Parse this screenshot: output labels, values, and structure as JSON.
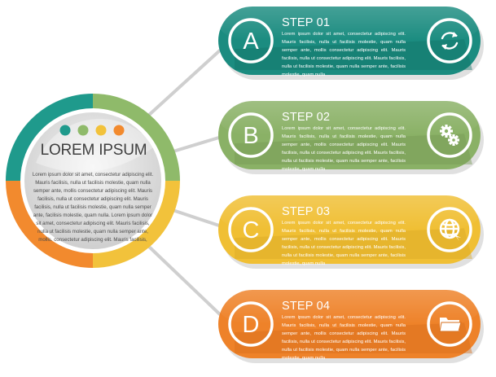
{
  "hub": {
    "title": "LOREM IPSUM",
    "body": "Lorem ipsum dolor sit amet, consectetur adipiscing elit. Mauris facilisis, nulla ut facilisis molestie, quam nulla semper ante, mollis consectetur adipiscing elit. Mauris facilisis, nulla ut consectetur adipiscing elit. Mauris facilisis, nulla ut facilisis molestie, quam nulla semper ante, facilisis molestie, quam nulla. Lorem ipsum dolor sit amet, consectetur adipiscing elit. Mauris facilisis, nulla ut facilisis molestie, quam nulla semper ante, mollis. consectetur adipiscing elit. Mauris facilisis,",
    "dots": [
      "#1f9a8c",
      "#8fba6a",
      "#f2c23b",
      "#f28a2e"
    ]
  },
  "steps": [
    {
      "letter": "A",
      "title": "STEP 01",
      "body": "Lorem ipsum dolor sit amet, consectetur adipiscing elit. Mauris facilisis, nulla ut facilisis molestie, quam nulla semper ante, mollis consectetur adipiscing elit. Mauris facilisis, nulla ut consectetur adipiscing elit. Mauris facilisis, nulla ut facilisis molestie, quam nulla semper ante, facilisis molestie, quam nulla",
      "icon": "refresh-icon",
      "color": "#1b8c80",
      "dark": "#157469"
    },
    {
      "letter": "B",
      "title": "STEP 02",
      "body": "Lorem ipsum dolor sit amet, consectetur adipiscing elit. Mauris facilisis, nulla ut facilisis molestie, quam nulla semper ante, mollis consectetur adipiscing elit. Mauris facilisis, nulla ut consectetur adipiscing elit. Mauris facilisis, nulla ut facilisis molestie, quam nulla semper ante, facilisis molestie, quam nulla",
      "icon": "gears-icon",
      "color": "#8ab166",
      "dark": "#769a55"
    },
    {
      "letter": "C",
      "title": "STEP 03",
      "body": "Lorem ipsum dolor sit amet, consectetur adipiscing elit. Mauris facilisis, nulla ut facilisis molestie, quam nulla semper ante, mollis consectetur adipiscing elit. Mauris facilisis, nulla ut consectetur adipiscing elit. Mauris facilisis, nulla ut facilisis molestie, quam nulla semper ante, facilisis molestie, quam nulla",
      "icon": "globe-icon",
      "color": "#f0bf34",
      "dark": "#d9a925"
    },
    {
      "letter": "D",
      "title": "STEP 04",
      "body": "Lorem ipsum dolor sit amet, consectetur adipiscing elit. Mauris facilisis, nulla ut facilisis molestie, quam nulla semper ante, mollis consectetur adipiscing elit. Mauris facilisis, nulla ut consectetur adipiscing elit. Mauris facilisis, nulla ut facilisis molestie, quam nulla semper ante, facilisis molestie, quam nulla",
      "icon": "folder-icon",
      "color": "#ee8229",
      "dark": "#d66f1c"
    }
  ]
}
